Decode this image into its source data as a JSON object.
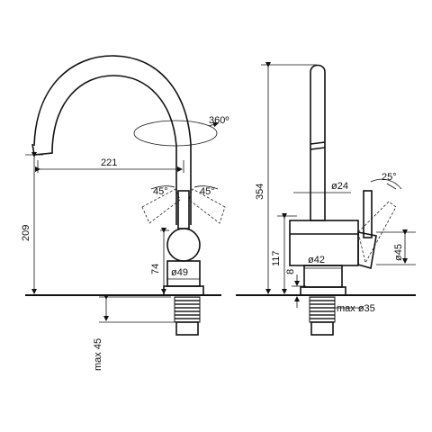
{
  "dimensions": {
    "reach": "221",
    "swivel": "360º",
    "height_spout": "209",
    "lever_left": "45°",
    "lever_right": "45°",
    "body_height": "74",
    "body_diameter": "ø49",
    "max_counter": "max 45",
    "total_height": "354",
    "top_diameter": "ø24",
    "lever_tilt": "25°",
    "side_height": "117",
    "base_diameter": "ø42",
    "base_offset": "8",
    "body_side_diameter": "ø45",
    "hole_diameter": "max ø35"
  }
}
